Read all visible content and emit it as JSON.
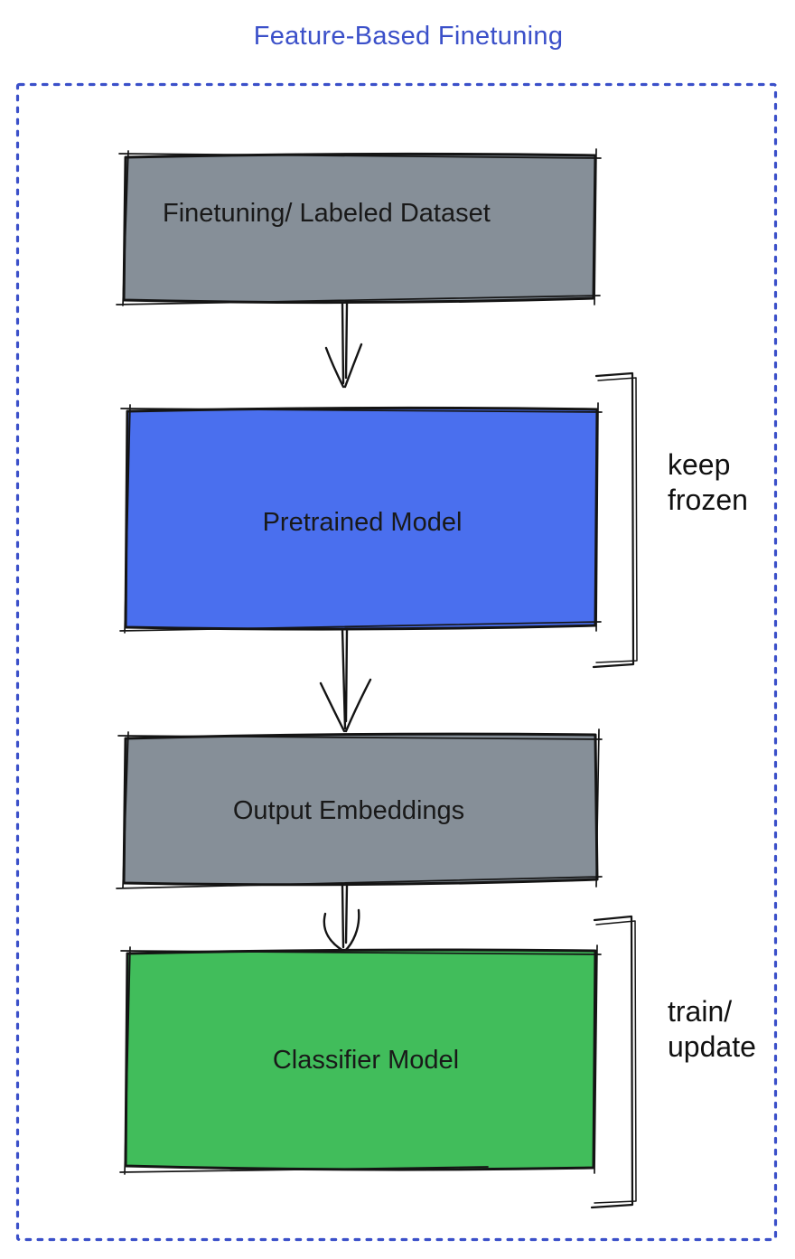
{
  "title": "Feature-Based Finetuning",
  "colors": {
    "accent_blue": "#3B50C9",
    "box_gray": "#868F98",
    "box_blue": "#4A6FEE",
    "box_green": "#41BD5B",
    "ink": "#141414"
  },
  "boxes": [
    {
      "id": "finetuning-dataset",
      "label": "Finetuning/ Labeled Dataset",
      "fill": "gray"
    },
    {
      "id": "pretrained-model",
      "label": "Pretrained Model",
      "fill": "blue"
    },
    {
      "id": "output-embeddings",
      "label": "Output Embeddings",
      "fill": "gray"
    },
    {
      "id": "classifier-model",
      "label": "Classifier Model",
      "fill": "green"
    }
  ],
  "annotations": [
    {
      "id": "keep-frozen",
      "lines": [
        "keep",
        "frozen"
      ]
    },
    {
      "id": "train-update",
      "lines": [
        "train/",
        "update"
      ]
    }
  ]
}
